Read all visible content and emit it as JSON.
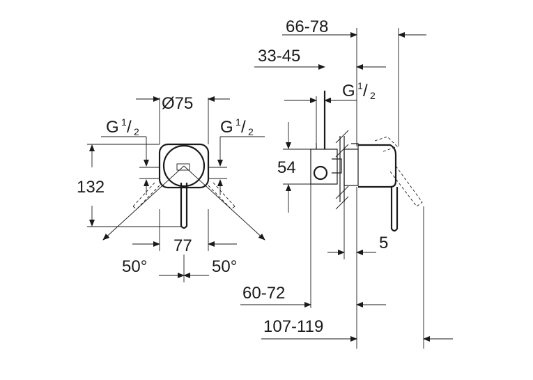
{
  "dimensions": {
    "diameter": "Ø75",
    "thread": "G",
    "thread_fraction_num": "1",
    "thread_fraction_den": "2",
    "height_132": "132",
    "width_77": "77",
    "angle_left": "50°",
    "angle_right": "50°",
    "depth_66_78": "66-78",
    "depth_33_45": "33-45",
    "height_54": "54",
    "offset_5": "5",
    "depth_60_72": "60-72",
    "depth_107_119": "107-119"
  }
}
